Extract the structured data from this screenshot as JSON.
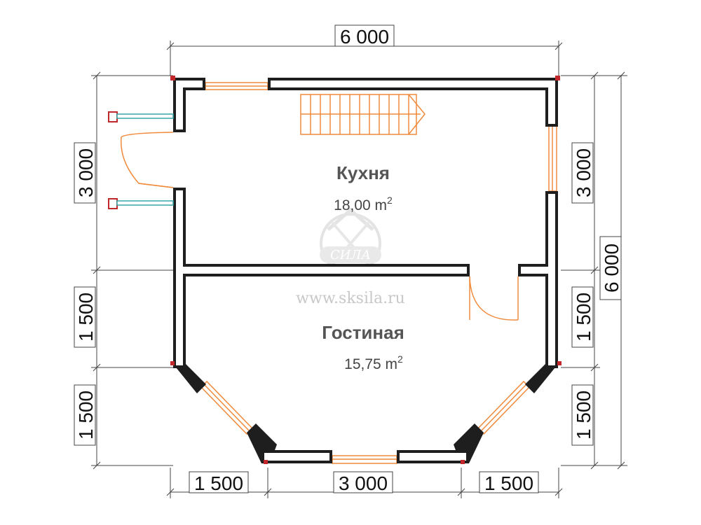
{
  "dimensions": {
    "top_total": "6 000",
    "left_upper": "3 000",
    "left_middle": "1 500",
    "left_lower": "1 500",
    "right_upper": "3 000",
    "right_middle": "1 500",
    "right_lower": "1 500",
    "right_total": "6 000",
    "bottom_left": "1 500",
    "bottom_middle": "3 000",
    "bottom_right": "1 500"
  },
  "rooms": [
    {
      "name": "Кухня",
      "area": "18,00 m",
      "area_unit_sup": "2"
    },
    {
      "name": "Гостиная",
      "area": "15,75 m",
      "area_unit_sup": "2"
    }
  ],
  "watermark": {
    "logo_text": "СИЛА",
    "url": "www.sksila.ru"
  },
  "colors": {
    "wall": "#1e1e1e",
    "window": "#f08a3c",
    "stair": "#f08a3c",
    "porch_rail": "#35a7a7",
    "post": "#c0282b",
    "watermark": "#c8c8c8"
  }
}
